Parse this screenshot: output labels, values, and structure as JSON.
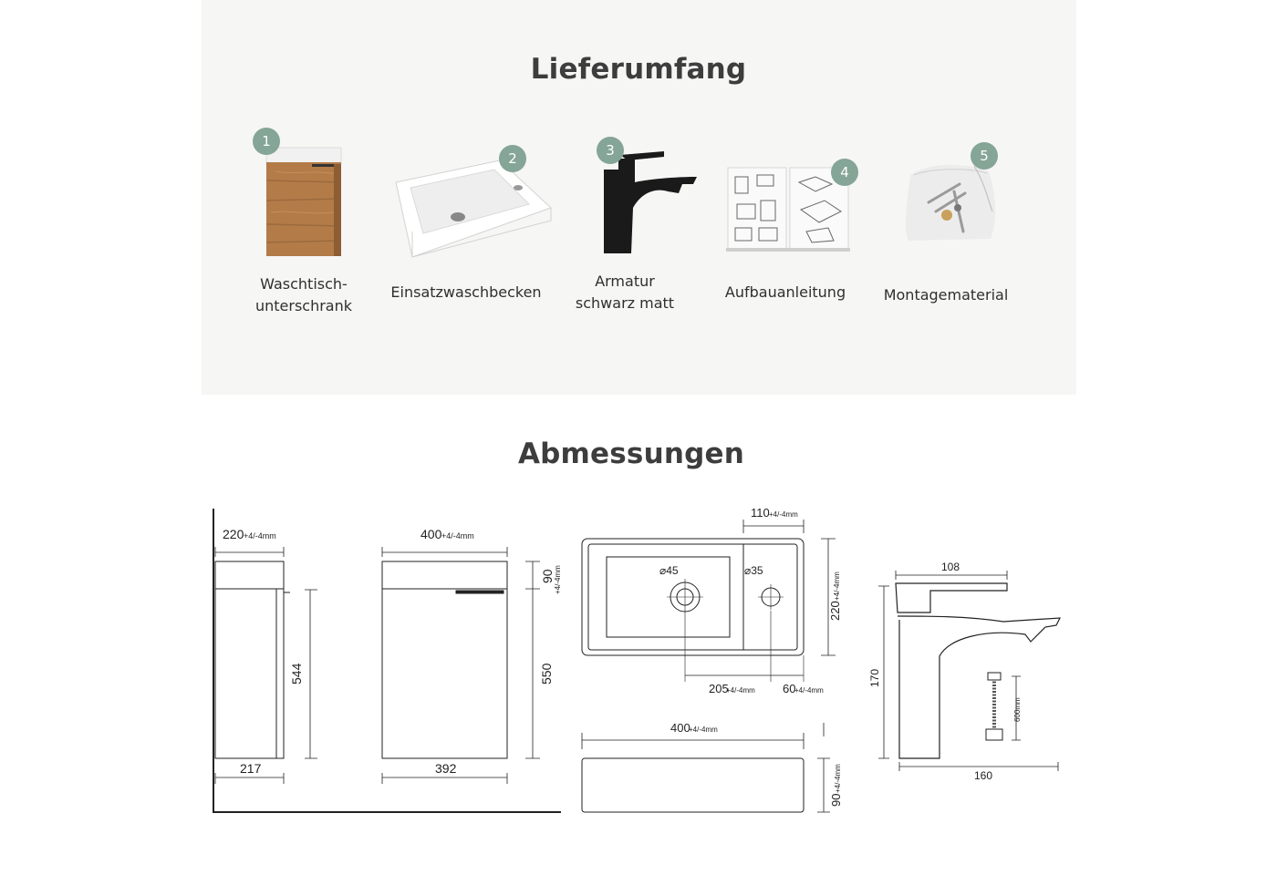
{
  "section_scope": {
    "title": "Lieferumfang",
    "items": [
      {
        "number": "1",
        "label_lines": [
          "Waschtisch-",
          "unterschrank"
        ],
        "icon": "vanity-cabinet-icon"
      },
      {
        "number": "2",
        "label_lines": [
          "Einsatzwaschbecken"
        ],
        "icon": "sink-basin-icon"
      },
      {
        "number": "3",
        "label_lines": [
          "Armatur",
          "schwarz matt"
        ],
        "icon": "faucet-icon"
      },
      {
        "number": "4",
        "label_lines": [
          "Aufbauanleitung"
        ],
        "icon": "manual-booklet-icon"
      },
      {
        "number": "5",
        "label_lines": [
          "Montagematerial"
        ],
        "icon": "hardware-bag-icon"
      }
    ]
  },
  "section_dimensions": {
    "title": "Abmessungen",
    "cabinet_side": {
      "top_depth": "220",
      "top_depth_tol": "+4/-4mm",
      "height": "544",
      "bottom_depth": "217"
    },
    "cabinet_front": {
      "top_width": "400",
      "top_width_tol": "+4/-4mm",
      "top_height": "90",
      "top_height_tol": "+4/-4mm",
      "height": "550",
      "bottom_width": "392"
    },
    "basin_top": {
      "drain_diameter": "⌀45",
      "tap_hole_diameter": "⌀35",
      "deck_width": "110",
      "deck_width_tol": "+4/-4mm",
      "depth": "220",
      "depth_tol": "+4/-4mm",
      "drain_offset": "205",
      "drain_offset_tol": "+4/-4mm",
      "tap_offset": "60",
      "tap_offset_tol": "+4/-4mm"
    },
    "basin_front": {
      "width": "400",
      "width_tol": "+4/-4mm",
      "height": "90",
      "height_tol": "+4/-4mm"
    },
    "faucet": {
      "spout_top": "108",
      "height": "170",
      "base_depth": "160",
      "hose_length": "600mm"
    }
  }
}
